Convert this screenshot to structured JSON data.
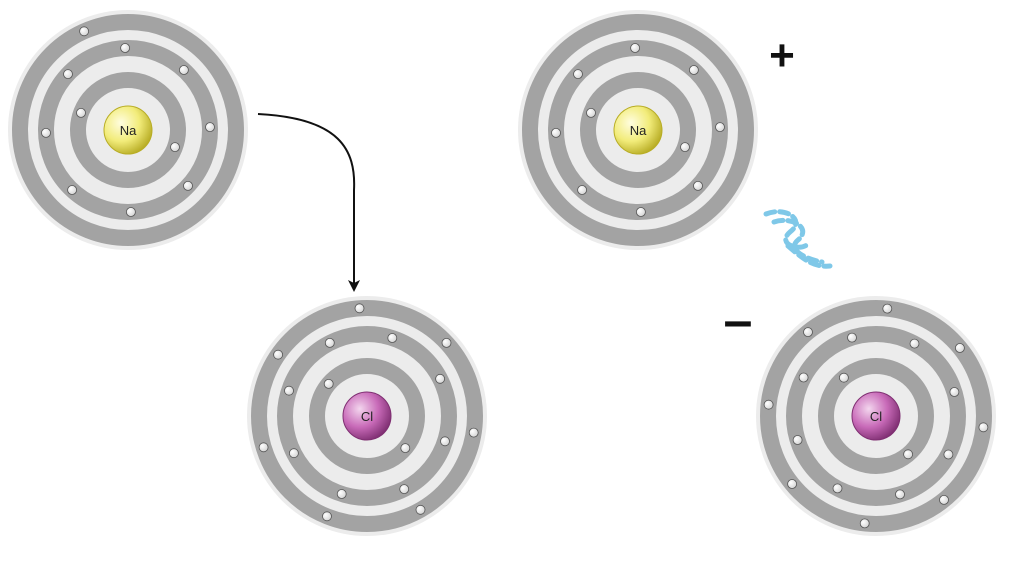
{
  "atoms": [
    {
      "id": "na-before",
      "element": "Na",
      "color": "#f2ec7a",
      "color_dark": "#b8ad25",
      "electrons_by_shell": [
        2,
        8,
        1
      ]
    },
    {
      "id": "cl-before",
      "element": "Cl",
      "color": "#c86ab8",
      "color_dark": "#7f2f72",
      "electrons_by_shell": [
        2,
        8,
        7
      ]
    },
    {
      "id": "na-after",
      "element": "Na",
      "color": "#f2ec7a",
      "color_dark": "#b8ad25",
      "electrons_by_shell": [
        2,
        8,
        0
      ],
      "charge": "+"
    },
    {
      "id": "cl-after",
      "element": "Cl",
      "color": "#c86ab8",
      "color_dark": "#7f2f72",
      "electrons_by_shell": [
        2,
        8,
        8
      ],
      "charge": "–"
    }
  ],
  "shell_color": "#9b9b9b",
  "electron_color": "#ffffff",
  "bond_color": "#7fc8e8",
  "arrow_color": "#111111"
}
